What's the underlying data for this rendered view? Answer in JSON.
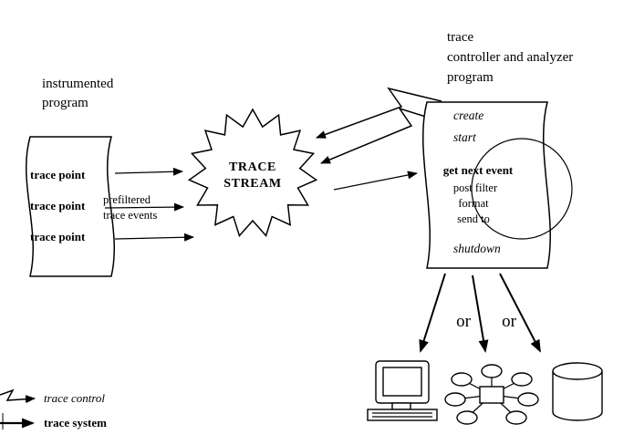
{
  "titles": {
    "instrumented": [
      "instrumented",
      "program"
    ],
    "controller": [
      "trace",
      "controller and analyzer",
      "program"
    ]
  },
  "stream": {
    "line1": "TRACE",
    "line2": "STREAM"
  },
  "instrumented_program": {
    "trace_points": [
      "trace point",
      "trace point",
      "trace point"
    ]
  },
  "prefiltered": {
    "line1": "prefiltered",
    "line2": "trace events"
  },
  "controller_ops": {
    "create": "create",
    "start": "start",
    "get_next_event": "get next event",
    "post_filter": "post filter",
    "format": "format",
    "send_to": "send to",
    "shutdown": "shutdown"
  },
  "connectors": {
    "or_left": "or",
    "or_right": "or"
  },
  "legend": {
    "trace_control": "trace control",
    "trace_system": "trace system"
  }
}
